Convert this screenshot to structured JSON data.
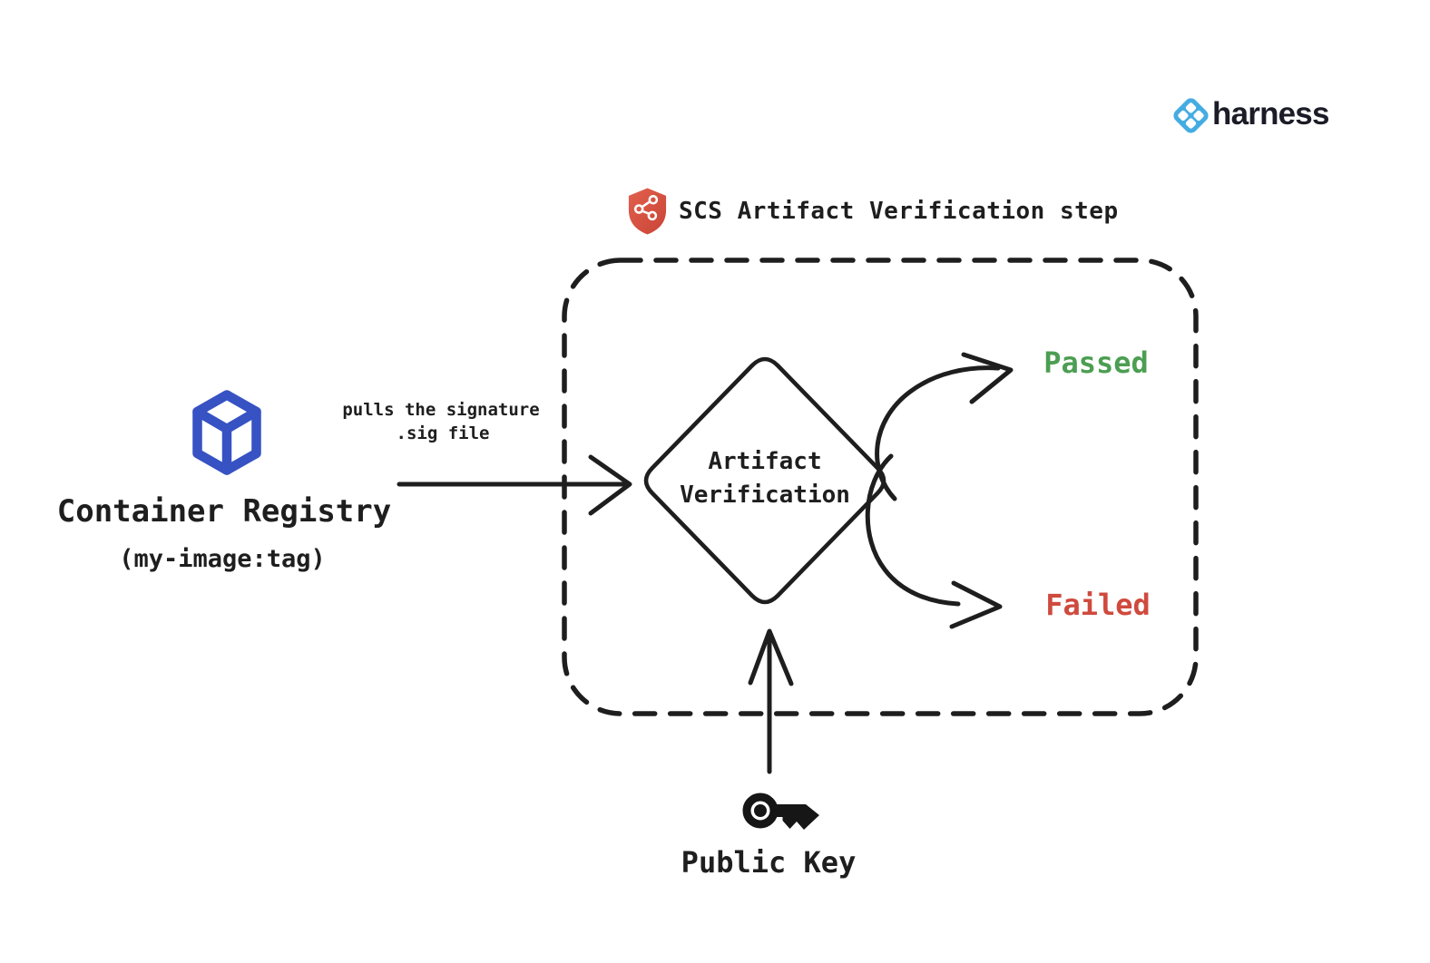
{
  "canvas": {
    "background": "#ffffff",
    "ink": "#1e1e1e"
  },
  "brand": {
    "wordmark": "harness",
    "icon_color": "#45ACE2",
    "wordmark_color": "#1c1c28"
  },
  "step_box": {
    "title": "SCS Artifact Verification step",
    "shield_color": "#D94F3D"
  },
  "container_registry": {
    "title": "Container Registry",
    "subtitle": "(my-image:tag)",
    "icon_color": "#3652C3"
  },
  "pull_edge": {
    "label_line1": "pulls the signature",
    "label_line2": ".sig file"
  },
  "decision": {
    "line1": "Artifact",
    "line2": "Verification"
  },
  "outcomes": {
    "passed": {
      "label": "Passed",
      "color": "#4C9E52"
    },
    "failed": {
      "label": "Failed",
      "color": "#CF4A3E"
    }
  },
  "public_key": {
    "label": "Public Key"
  }
}
